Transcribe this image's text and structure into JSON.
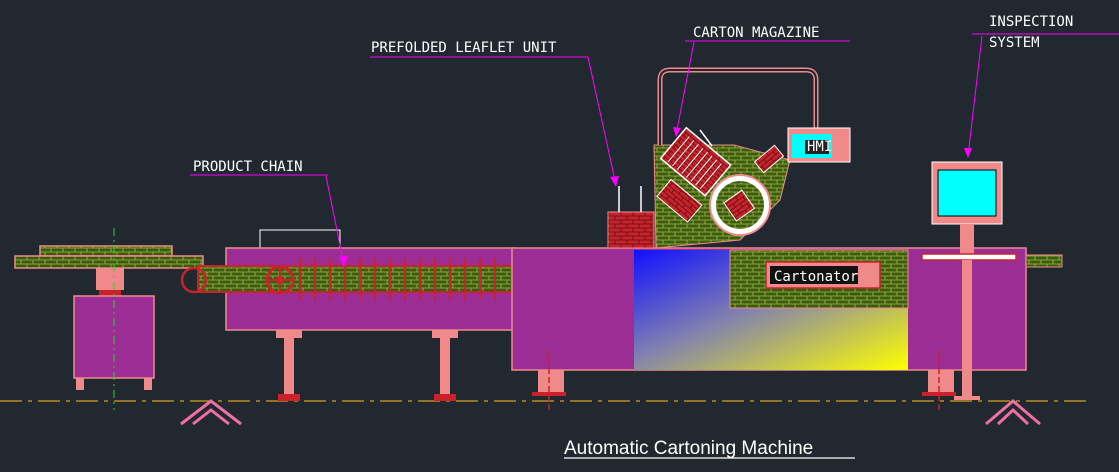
{
  "labels": {
    "inspection_line1": "INSPECTION",
    "inspection_line2": "SYSTEM",
    "carton_magazine": "CARTON MAGAZINE",
    "prefolded_leaflet": "PREFOLDED LEAFLET UNIT",
    "product_chain": "PRODUCT CHAIN"
  },
  "machine": {
    "hmi": "HMI",
    "name_plate": "Cartonator"
  },
  "caption": "Automatic Cartoning Machine",
  "colors": {
    "background": "#212830",
    "body_magenta": "#9b2d94",
    "salmon": "#f08a8a",
    "leader_magenta": "#ff00ff",
    "brick_green": "#4a6a1a",
    "brick_red": "#c8232b",
    "screen_cyan": "#00ffff",
    "ground_line": "#d6a020"
  }
}
